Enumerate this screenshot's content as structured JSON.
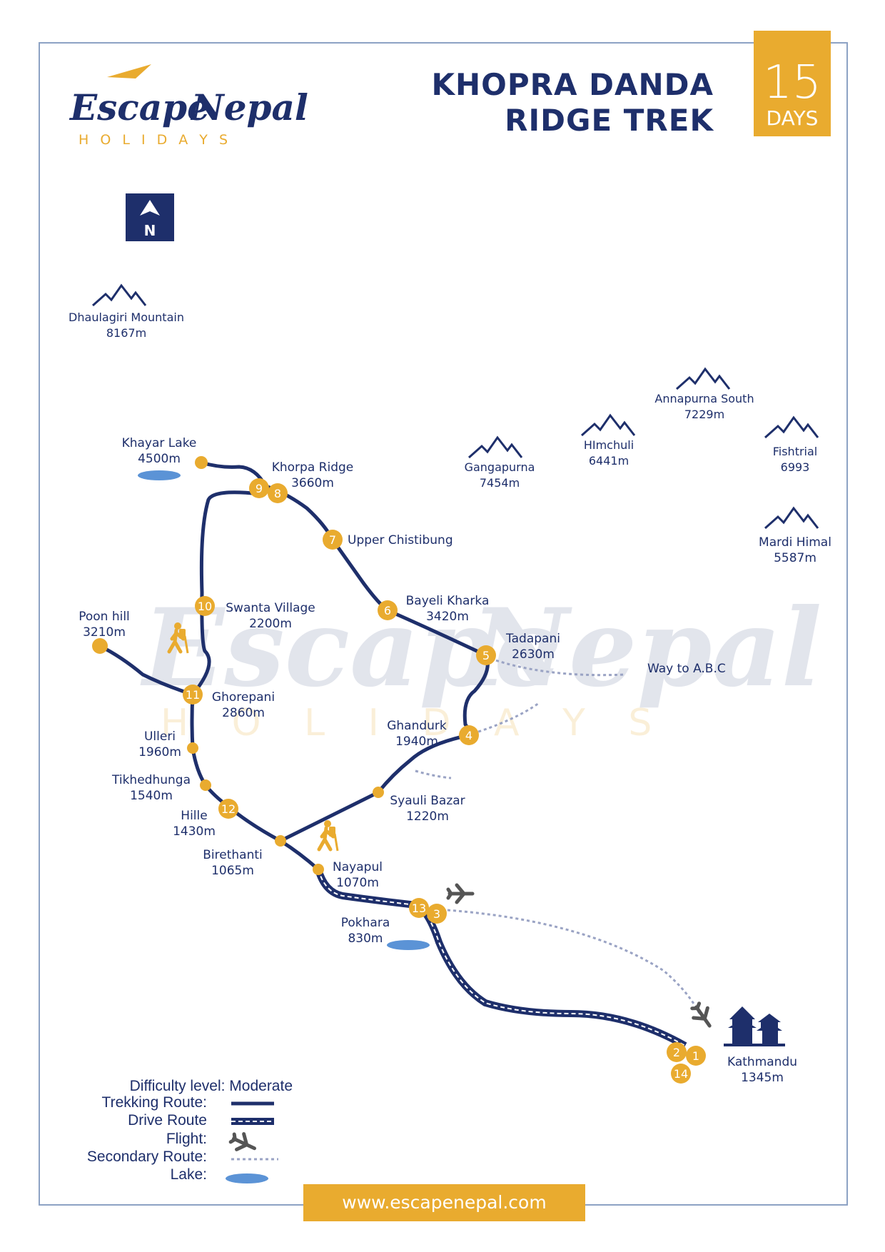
{
  "brand": {
    "name_part1": "Escape",
    "name_part2": "Nepal",
    "tagline": "H O L I D A Y S",
    "website": "www.escapenepal.com"
  },
  "title": {
    "line1": "KHOPRA DANDA",
    "line2": "RIDGE TREK"
  },
  "duration": {
    "number": "15",
    "unit": "DAYS"
  },
  "compass": {
    "label": "N"
  },
  "mountains": [
    {
      "name": "Dhaulagiri Mountain",
      "elevation": "8167m"
    },
    {
      "name": "Annapurna South",
      "elevation": "7229m"
    },
    {
      "name": "HImchuli",
      "elevation": "6441m"
    },
    {
      "name": "Gangapurna",
      "elevation": "7454m"
    },
    {
      "name": "Fishtrial",
      "elevation": "6993"
    },
    {
      "name": "Mardi Himal",
      "elevation": "5587m"
    }
  ],
  "places": [
    {
      "name": "Khayar Lake",
      "elevation": "4500m"
    },
    {
      "name": "Khorpa Ridge",
      "elevation": "3660m"
    },
    {
      "name": "Upper Chistibung",
      "elevation": ""
    },
    {
      "name": "Swanta Village",
      "elevation": "2200m"
    },
    {
      "name": "Bayeli Kharka",
      "elevation": "3420m"
    },
    {
      "name": "Poon hill",
      "elevation": "3210m"
    },
    {
      "name": "Tadapani",
      "elevation": "2630m"
    },
    {
      "name": "Way to A.B.C",
      "elevation": ""
    },
    {
      "name": "Ghorepani",
      "elevation": "2860m"
    },
    {
      "name": "Ghandurk",
      "elevation": "1940m"
    },
    {
      "name": "Ulleri",
      "elevation": "1960m"
    },
    {
      "name": "Tikhedhunga",
      "elevation": "1540m"
    },
    {
      "name": "Syauli Bazar",
      "elevation": "1220m"
    },
    {
      "name": "Hille",
      "elevation": "1430m"
    },
    {
      "name": "Birethanti",
      "elevation": "1065m"
    },
    {
      "name": "Nayapul",
      "elevation": "1070m"
    },
    {
      "name": "Pokhara",
      "elevation": "830m"
    },
    {
      "name": "Kathmandu",
      "elevation": "1345m"
    }
  ],
  "day_markers": [
    "1",
    "2",
    "3",
    "4",
    "5",
    "6",
    "7",
    "8",
    "9",
    "10",
    "11",
    "12",
    "13",
    "14"
  ],
  "legend": {
    "difficulty": "Difficulty level: Moderate",
    "trekking": "Trekking Route:",
    "drive": "Drive Route",
    "flight": "Flight:",
    "secondary": "Secondary Route:",
    "lake": "Lake:"
  },
  "colors": {
    "route": "#1e2f6b",
    "accent": "#e9ab2f",
    "secondary_route": "#9aa3c4",
    "lake": "#5b93d6",
    "flight_icon": "#555555"
  },
  "icons": [
    "north-arrow-icon",
    "mountain-icon",
    "hiker-icon",
    "airplane-icon",
    "temple-icon",
    "lake-icon"
  ]
}
